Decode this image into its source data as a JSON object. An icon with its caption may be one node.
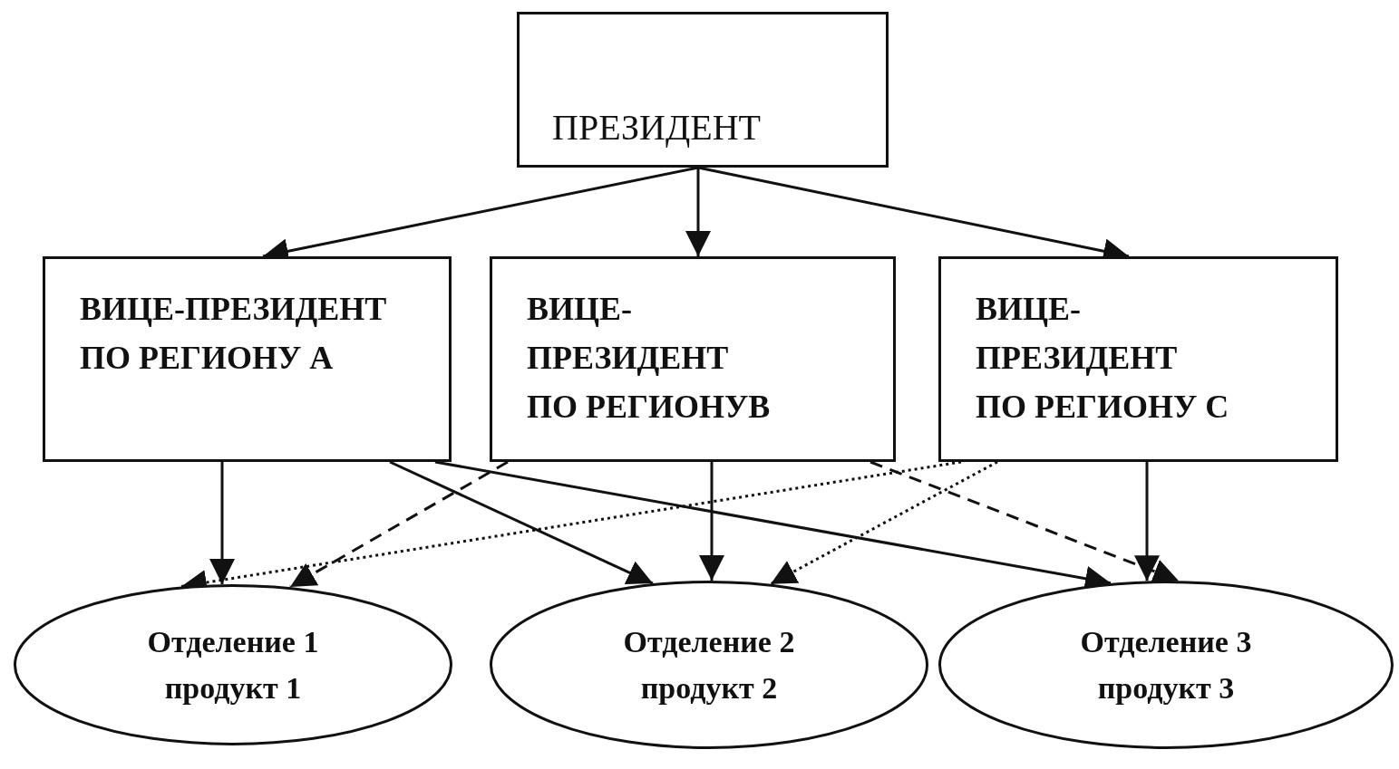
{
  "diagram": {
    "nodes": [
      {
        "text": [
          "ПРЕЗИДЕНТ"
        ]
      },
      {
        "text": [
          "ВИЦЕ-ПРЕЗИДЕНТ ПО РЕГИОНУ А"
        ]
      },
      {
        "text": [
          "ВИЦЕ-ПРЕЗИДЕНТ ПО РЕГИОНУВ"
        ]
      },
      {
        "text": [
          "ВИЦЕ-ПРЕЗИДЕНТ ПО РЕГИОНУ С"
        ]
      },
      {
        "text": [
          "Отделение 1",
          "продукт 1"
        ]
      },
      {
        "text": [
          "Отделение 2",
          "продукт 2"
        ]
      },
      {
        "text": [
          "Отделение 3",
          "продукт 3"
        ]
      }
    ],
    "edges": [
      {
        "from": 0,
        "to": 1,
        "arrow": "to"
      },
      {
        "from": 0,
        "to": 2,
        "arrow": "to"
      },
      {
        "from": 0,
        "to": 3,
        "arrow": "to"
      },
      {
        "from": 1,
        "to": 4,
        "arrow": "to"
      },
      {
        "from": 1,
        "to": 5,
        "arrow": "to"
      },
      {
        "from": 1,
        "to": 6,
        "arrow": "to"
      },
      {
        "from": 2,
        "to": 4,
        "arrow": "to",
        "style": "dashed"
      },
      {
        "from": 2,
        "to": 5,
        "arrow": "to"
      },
      {
        "from": 2,
        "to": 6,
        "arrow": "to",
        "style": "dashed"
      },
      {
        "from": 3,
        "to": 4,
        "arrow": "to",
        "style": "dashed"
      },
      {
        "from": 3,
        "to": 5,
        "arrow": "to",
        "style": "dashed"
      },
      {
        "from": 3,
        "to": 6,
        "arrow": "to"
      }
    ]
  }
}
